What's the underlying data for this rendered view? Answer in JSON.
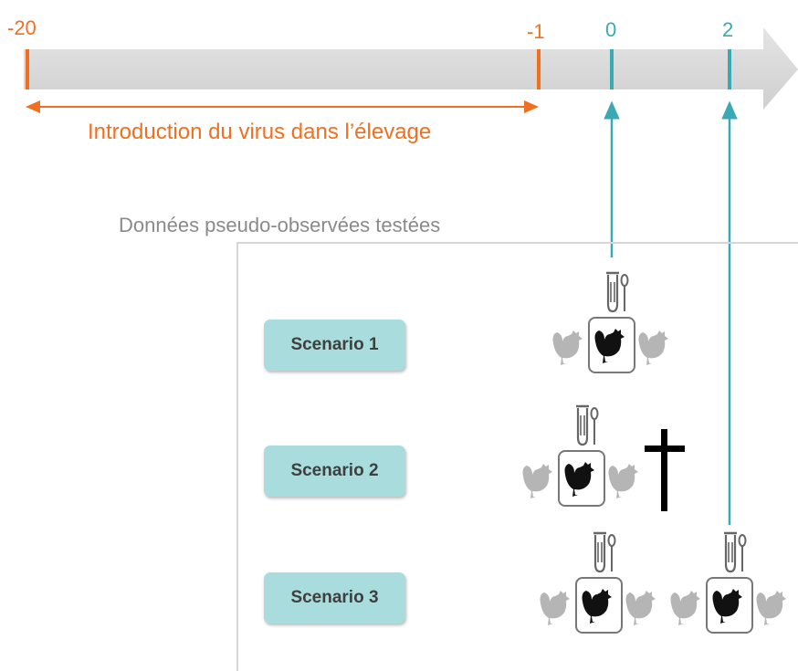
{
  "timeline": {
    "ticks": [
      {
        "label": "-20",
        "color": "#f07021"
      },
      {
        "label": "-1",
        "color": "#f07021"
      },
      {
        "label": "0",
        "color": "#3aa9b3"
      },
      {
        "label": "2",
        "color": "#3aa9b3"
      }
    ],
    "range_label": "Introduction du virus dans l’élevage"
  },
  "panel": {
    "title": "Données pseudo-observées testées"
  },
  "scenarios": [
    {
      "label": "Scenario 1",
      "sampling_days": [
        0
      ],
      "death": false
    },
    {
      "label": "Scenario 2",
      "sampling_days": [
        0
      ],
      "death": true
    },
    {
      "label": "Scenario 3",
      "sampling_days": [
        0,
        2
      ],
      "death": false
    }
  ],
  "colors": {
    "orange": "#f07021",
    "teal": "#3aa9b3",
    "timeline_bar": "#d9d9d9",
    "scenario_button": "#a9dcdd",
    "chicken_grey": "#b5b5b5",
    "chicken_black": "#111111"
  },
  "icons": [
    "test-tube-icon",
    "chicken-icon",
    "cross-icon",
    "arrow-icon"
  ]
}
